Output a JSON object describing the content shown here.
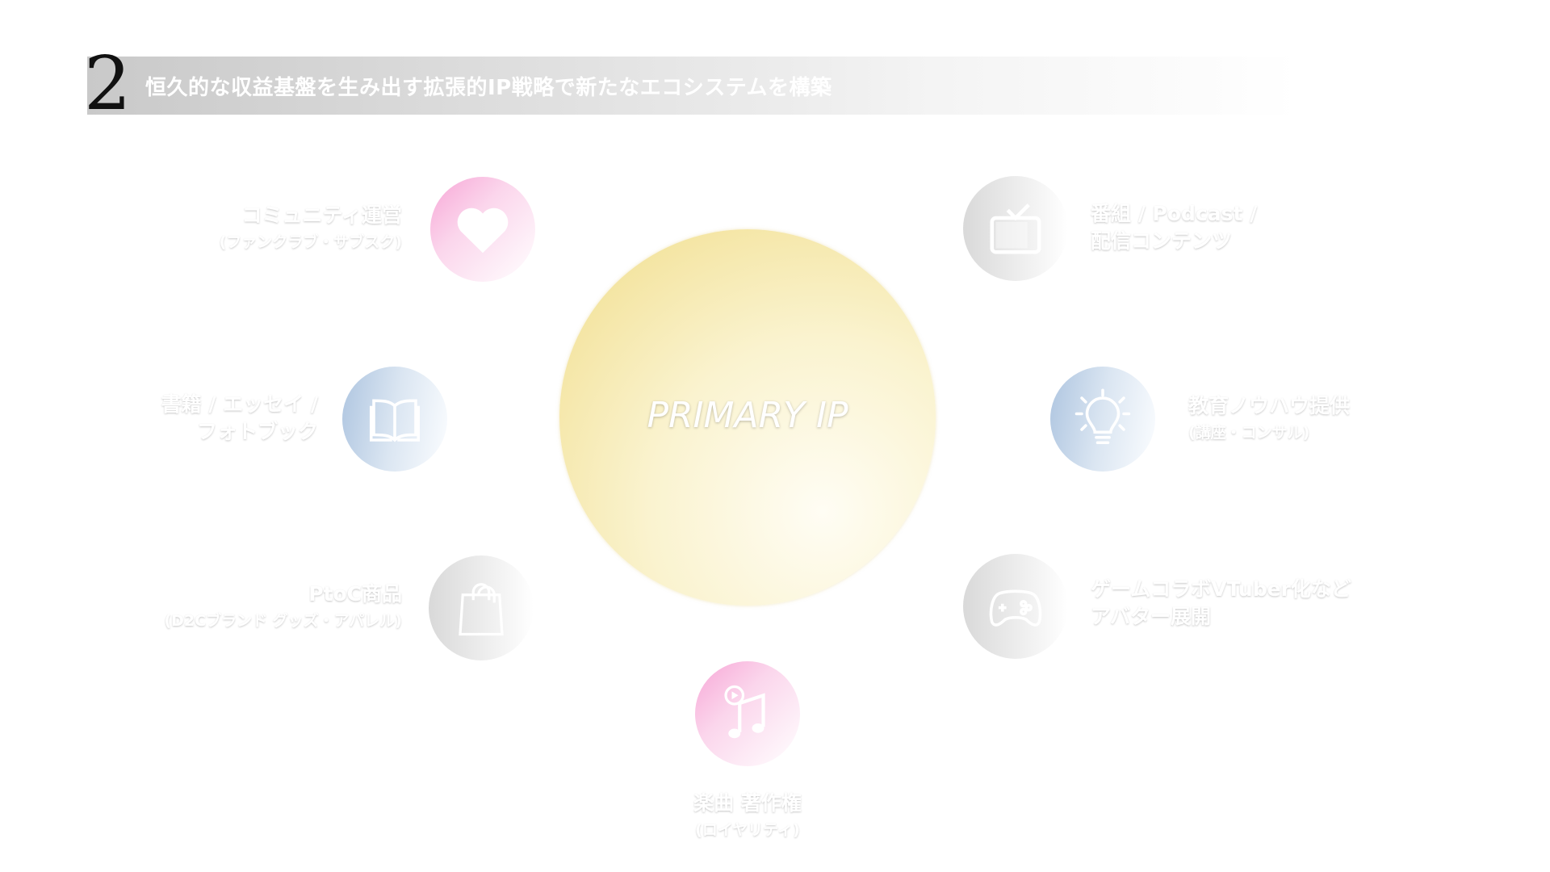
{
  "header": {
    "number": "2",
    "title": "恒久的な収益基盤を生み出す拡張的IP戦略で新たなエコシステムを構築"
  },
  "center": {
    "label": "PRIMARY IP"
  },
  "nodes": [
    {
      "icon": "heart-icon",
      "main": "コミュニティ運営",
      "sub": "(ファンクラブ・サブスク)"
    },
    {
      "icon": "tv-icon",
      "main": "番組 / Podcast /",
      "main2": "配信コンテンツ"
    },
    {
      "icon": "book-icon",
      "main": "書籍 / エッセイ /",
      "main2": "フォトブック"
    },
    {
      "icon": "lightbulb-icon",
      "main": "教育ノウハウ提供",
      "sub": "(講座・コンサル)"
    },
    {
      "icon": "shopping-bag-icon",
      "main": "PtoC商品",
      "sub": "(D2Cブランド グッズ・アパレル)"
    },
    {
      "icon": "gamepad-icon",
      "main": "ゲームコラボVTuber化など",
      "main2": "アバター展開"
    },
    {
      "icon": "music-icon",
      "main": "楽曲 著作権",
      "sub": "(ロイヤリティ)"
    }
  ],
  "colors": {
    "pink": "#f7a6d6",
    "blue": "#aec5e0",
    "gray": "#d9d9d9",
    "gold": "#f1dd8a"
  }
}
